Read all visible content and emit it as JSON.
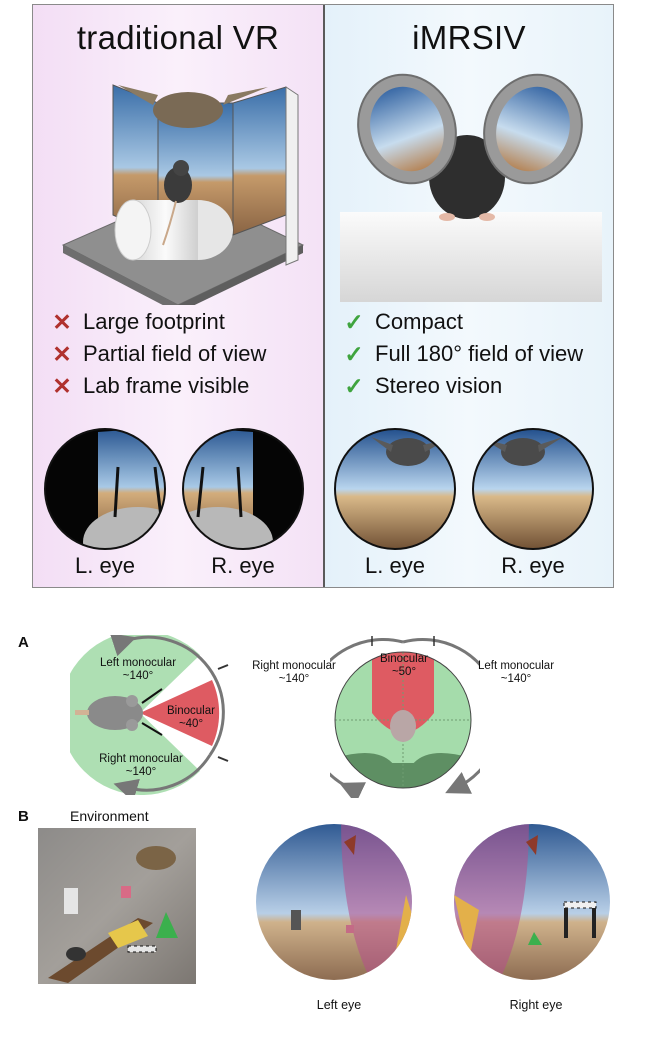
{
  "top": {
    "left": {
      "title": "traditional VR",
      "features": [
        "Large footprint",
        "Partial field of view",
        "Lab frame visible"
      ],
      "eye_labels": [
        "L. eye",
        "R. eye"
      ],
      "mark": "✕"
    },
    "right": {
      "title": "iMRSIV",
      "features": [
        "Compact",
        "Full 180° field of view",
        "Stereo vision"
      ],
      "eye_labels": [
        "L. eye",
        "R. eye"
      ],
      "mark": "✓"
    },
    "colors": {
      "cross": "#b0312e",
      "check": "#3fa43e",
      "left_bg": "#f6e6f8",
      "right_bg": "#ebf5fb"
    }
  },
  "figure": {
    "panel_a": {
      "letter": "A",
      "left_diagram": {
        "left_monocular": [
          "Left monocular",
          "~140°"
        ],
        "binocular": [
          "Binocular",
          "~40°"
        ],
        "right_monocular": [
          "Right monocular",
          "~140°"
        ]
      },
      "right_diagram": {
        "right_monocular": [
          "Right monocular",
          "~140°"
        ],
        "binocular": [
          "Binocular",
          "~50°"
        ],
        "left_monocular": [
          "Left monocular",
          "~140°"
        ]
      },
      "colors": {
        "monocular": "#9fd9a6",
        "binocular": "#e0545b"
      }
    },
    "panel_b": {
      "letter": "B",
      "environment_title": "Environment",
      "left_eye": "Left eye",
      "right_eye": "Right eye"
    }
  }
}
